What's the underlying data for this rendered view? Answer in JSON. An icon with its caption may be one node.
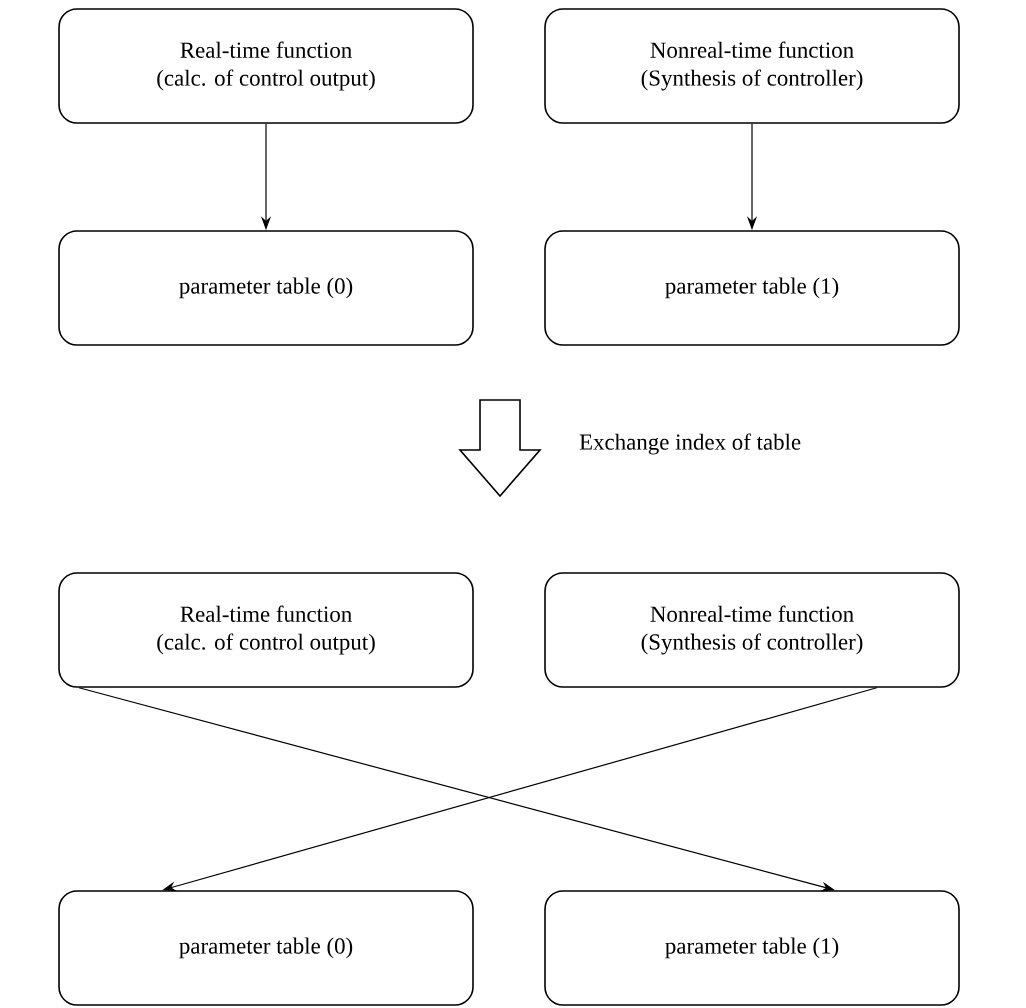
{
  "diagram": {
    "nodes": [
      {
        "text": [
          "Real-time function",
          "(calc. of control output)"
        ]
      },
      {
        "text": [
          "Nonreal-time function",
          "(Synthesis of controller)"
        ]
      },
      {
        "text": [
          "parameter table (0)"
        ]
      },
      {
        "text": [
          "parameter table (1)"
        ]
      },
      {
        "text": [
          "Real-time function",
          "(calc. of control output)"
        ]
      },
      {
        "text": [
          "Nonreal-time function",
          "(Synthesis of controller)"
        ]
      },
      {
        "text": [
          "parameter table (0)"
        ]
      },
      {
        "text": [
          "parameter table (1)"
        ]
      }
    ],
    "edges": [
      {
        "from": 0,
        "to": 2,
        "arrow": "to"
      },
      {
        "from": 1,
        "to": 3,
        "arrow": "to"
      },
      {
        "from": 4,
        "to": 7,
        "arrow": "to"
      },
      {
        "from": 5,
        "to": 6,
        "arrow": "to"
      }
    ],
    "labels": [
      "Exchange index of table"
    ]
  }
}
